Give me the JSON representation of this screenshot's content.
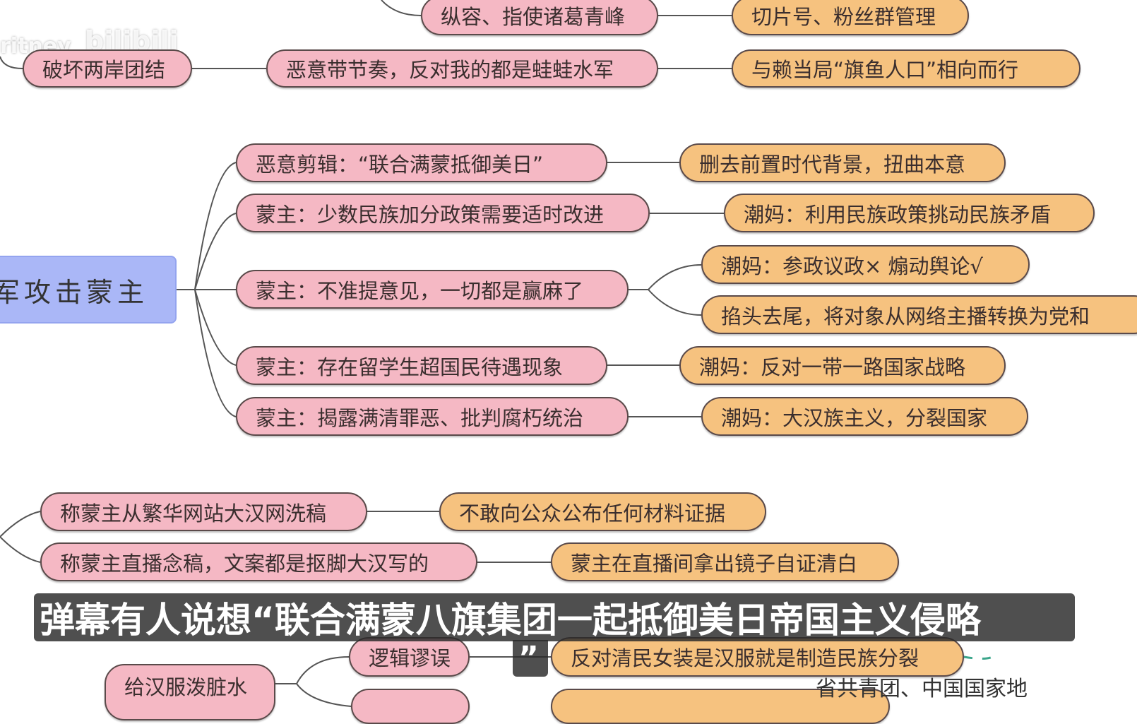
{
  "watermark": {
    "user": "ritney",
    "logo": "bilibili"
  },
  "root": {
    "label": "军攻击蒙主"
  },
  "nodes": {
    "n1": "纵容、指使诸葛青峰",
    "n1r": "切片号、粉丝群管理",
    "n2": "破坏两岸团结",
    "n2m": "恶意带节奏，反对我的都是蛙蛙水军",
    "n2r": "与赖当局“旗鱼人口”相向而行",
    "b1": "恶意剪辑：“联合满蒙抵御美日”",
    "b1r": "删去前置时代背景，扭曲本意",
    "b2": "蒙主：少数民族加分政策需要适时改进",
    "b2r": "潮妈：利用民族政策挑动民族矛盾",
    "b3": "蒙主：不准提意见，一切都是赢麻了",
    "b3r1": "潮妈：参政议政×  煽动舆论√",
    "b3r2": "掐头去尾，将对象从网络主播转换为党和",
    "b4": "蒙主：存在留学生超国民待遇现象",
    "b4r": "潮妈：反对一带一路国家战略",
    "b5": "蒙主：揭露满清罪恶、批判腐朽统治",
    "b5r": "潮妈：大汉族主义，分裂国家",
    "c1": "称蒙主从繁华网站大汉网洗稿",
    "c1r": "不敢向公众公布任何材料证据",
    "c2": "称蒙主直播念稿，文案都是抠脚大汉写的",
    "c2r": "蒙主在直播间拿出镜子自证清白",
    "d0": "给汉服泼脏水",
    "d1": "逻辑谬误",
    "d1r": "反对清民女装是汉服就是制造民族分裂",
    "d_plain": "省共青团、中国国家地"
  },
  "subtitle": {
    "line1": "弹幕有人说想“联合满蒙八旗集团一起抵御美日帝国主义侵略",
    "line2": "”"
  },
  "colors": {
    "pink": "#f5b8c4",
    "orange": "#f6c27f",
    "root": "#aab7f7",
    "subtitle_bg": "#282828"
  }
}
